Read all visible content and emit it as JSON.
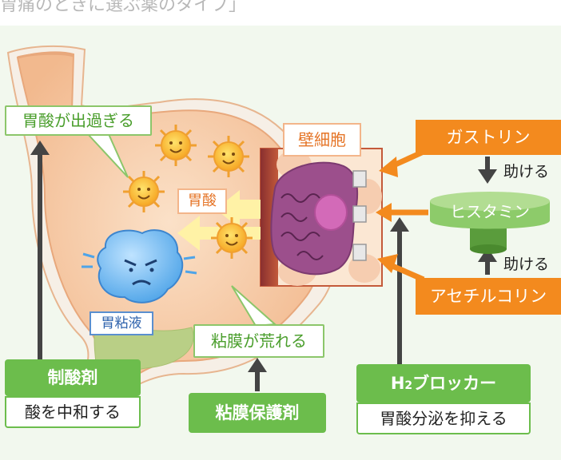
{
  "header": {
    "title": "胃痛のときに選ぶ薬のタイプ」"
  },
  "labels": {
    "too_much_acid": "胃酸が出過ぎる",
    "stomach_acid": "胃酸",
    "gastric_juice": "胃粘液",
    "mucosa_damage": "粘膜が荒れる",
    "parietal_cell": "壁細胞",
    "gastrin": "ガストリン",
    "histamine": "ヒスタミン",
    "acetylcholine": "アセチルコリン",
    "helps_1": "助ける",
    "helps_2": "助ける"
  },
  "drugs": {
    "antacid": {
      "name": "制酸剤",
      "desc": "酸を中和する"
    },
    "mucosa_protect": {
      "name": "粘膜保護剤"
    },
    "h2_blocker": {
      "name_main": "H",
      "name_sub": "2",
      "name_rest": "ブロッカー",
      "desc": "胃酸分泌を抑える"
    }
  },
  "colors": {
    "green": "#6cbd4c",
    "orange": "#f38a1e",
    "stomach": "#f6c9a4",
    "background": "#f2f8ee"
  }
}
